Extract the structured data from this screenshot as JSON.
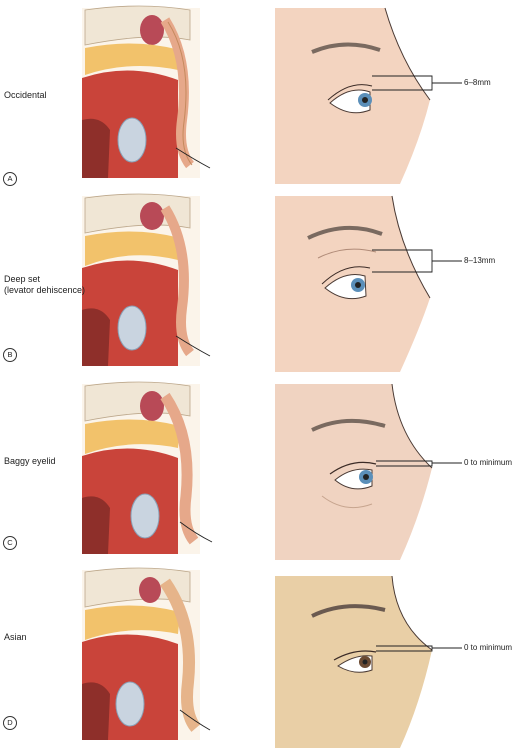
{
  "panels": [
    {
      "letter": "A",
      "type": "Occidental",
      "measurement": "6–8mm",
      "colors": {
        "skin": "#f3d4c0",
        "iris": "#5b8fb9"
      }
    },
    {
      "letter": "B",
      "type": "Deep set\n(levator dehiscence)",
      "measurement": "8–13mm",
      "colors": {
        "skin": "#f3d4c0",
        "iris": "#5b8fb9"
      }
    },
    {
      "letter": "C",
      "type": "Baggy eyelid",
      "measurement": "0 to minimum",
      "colors": {
        "skin": "#f0d3c1",
        "iris": "#5b8fb9"
      }
    },
    {
      "letter": "D",
      "type": "Asian",
      "measurement": "0 to minimum",
      "colors": {
        "skin": "#e9cfa6",
        "iris": "#6b4a32"
      }
    }
  ]
}
